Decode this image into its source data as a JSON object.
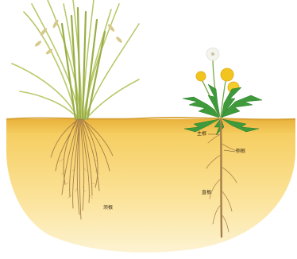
{
  "diagram": {
    "labels": {
      "fibrous_root": "须根",
      "main_root": "主根",
      "lateral_root": "侧根",
      "taproot": "直根"
    },
    "plants": [
      {
        "name": "grass",
        "root_system": "fibrous"
      },
      {
        "name": "dandelion",
        "root_system": "taproot"
      }
    ],
    "colors": {
      "soil_light": "#fbe08a",
      "soil_dark": "#e8b640",
      "root": "#b08650",
      "grass_stem": "#c9d77a",
      "leaf": "#3e9a3a",
      "flower": "#f2c41e"
    }
  }
}
